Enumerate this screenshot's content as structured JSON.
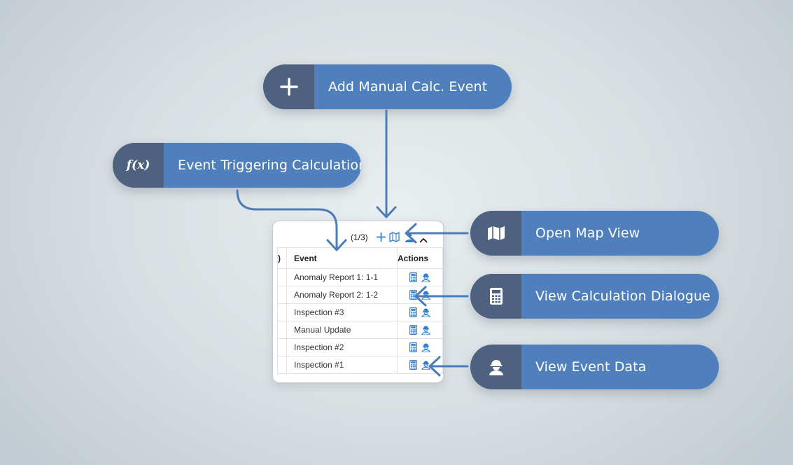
{
  "callouts": {
    "add_manual": {
      "label": "Add Manual Calc. Event",
      "icon": "plus-icon"
    },
    "event_trigger": {
      "label": "Event Triggering Calculation",
      "icon": "function-icon",
      "icon_text": "f(x)"
    },
    "open_map": {
      "label": "Open Map View",
      "icon": "map-icon"
    },
    "view_calc": {
      "label": "View Calculation Dialogue",
      "icon": "calculator-icon"
    },
    "view_event": {
      "label": "View Event Data",
      "icon": "worker-icon"
    }
  },
  "panel": {
    "pager": "(1/3)",
    "columns": {
      "truncated": ")",
      "event": "Event",
      "actions": "Actions"
    },
    "rows": [
      {
        "event": "Anomaly Report 1: 1-1"
      },
      {
        "event": "Anomaly Report 2: 1-2"
      },
      {
        "event": "Inspection #3"
      },
      {
        "event": "Manual Update"
      },
      {
        "event": "Inspection #2"
      },
      {
        "event": "Inspection #1"
      }
    ]
  },
  "colors": {
    "pill_blue": "#4f80bd",
    "pill_cap": "#4e6280",
    "arrow": "#4a7cb8",
    "icon_blue": "#2f7fd1"
  }
}
